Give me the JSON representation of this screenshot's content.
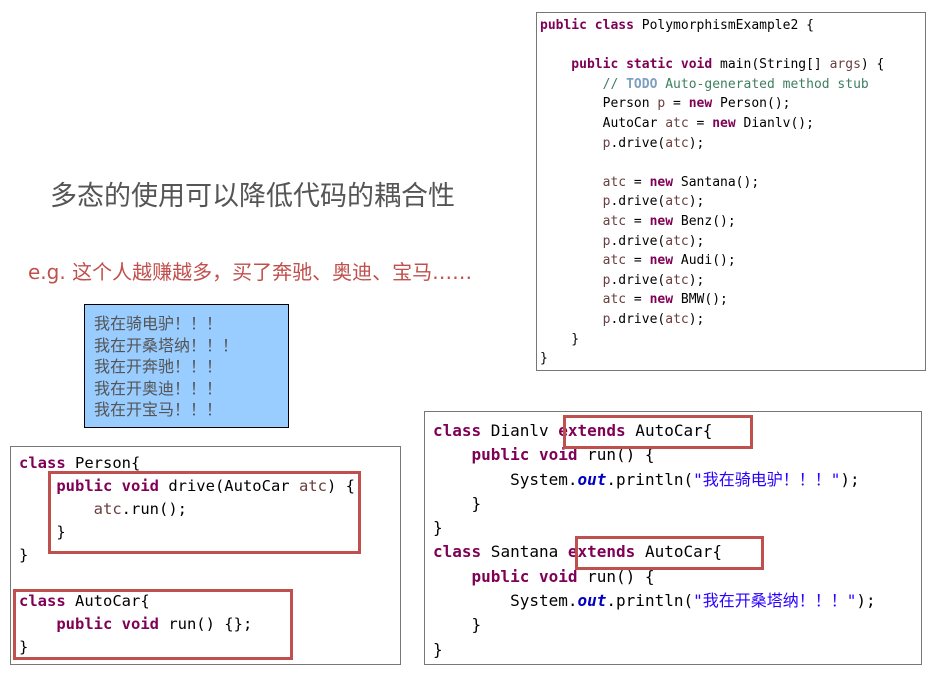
{
  "title": "多态的使用可以降低代码的耦合性",
  "example": "e.g. 这个人越赚越多，买了奔驰、奥迪、宝马……",
  "output_lines": [
    "我在骑电驴！！！",
    "我在开桑塔纳！！！",
    "我在开奔驰！！！",
    "我在开奥迪！！！",
    "我在开宝马！！！"
  ],
  "colors": {
    "highlight": "#c0504d",
    "output_bg": "#99ccff",
    "keyword": "#7f0055",
    "string": "#2a00ff"
  },
  "main_code": [
    [
      [
        "public class",
        "keyword"
      ],
      [
        " PolymorphismExample2 {",
        "plain"
      ]
    ],
    [],
    [
      [
        "    public static void",
        "keyword"
      ],
      [
        " main(String[] ",
        "plain"
      ],
      [
        "args",
        "var"
      ],
      [
        ") {",
        "plain"
      ]
    ],
    [
      [
        "        // ",
        "comment"
      ],
      [
        "TODO",
        "todo"
      ],
      [
        " Auto-generated method stub",
        "comment"
      ]
    ],
    [
      [
        "        Person ",
        "plain"
      ],
      [
        "p",
        "var"
      ],
      [
        " = ",
        "plain"
      ],
      [
        "new",
        "keyword"
      ],
      [
        " Person();",
        "plain"
      ]
    ],
    [
      [
        "        AutoCar ",
        "plain"
      ],
      [
        "atc",
        "var"
      ],
      [
        " = ",
        "plain"
      ],
      [
        "new",
        "keyword"
      ],
      [
        " Dianlv();",
        "plain"
      ]
    ],
    [
      [
        "        p",
        "var"
      ],
      [
        ".drive(",
        "plain"
      ],
      [
        "atc",
        "var"
      ],
      [
        ");",
        "plain"
      ]
    ],
    [],
    [
      [
        "        atc",
        "var"
      ],
      [
        " = ",
        "plain"
      ],
      [
        "new",
        "keyword"
      ],
      [
        " Santana();",
        "plain"
      ]
    ],
    [
      [
        "        p",
        "var"
      ],
      [
        ".drive(",
        "plain"
      ],
      [
        "atc",
        "var"
      ],
      [
        ");",
        "plain"
      ]
    ],
    [
      [
        "        atc",
        "var"
      ],
      [
        " = ",
        "plain"
      ],
      [
        "new",
        "keyword"
      ],
      [
        " Benz();",
        "plain"
      ]
    ],
    [
      [
        "        p",
        "var"
      ],
      [
        ".drive(",
        "plain"
      ],
      [
        "atc",
        "var"
      ],
      [
        ");",
        "plain"
      ]
    ],
    [
      [
        "        atc",
        "var"
      ],
      [
        " = ",
        "plain"
      ],
      [
        "new",
        "keyword"
      ],
      [
        " Audi();",
        "plain"
      ]
    ],
    [
      [
        "        p",
        "var"
      ],
      [
        ".drive(",
        "plain"
      ],
      [
        "atc",
        "var"
      ],
      [
        ");",
        "plain"
      ]
    ],
    [
      [
        "        atc",
        "var"
      ],
      [
        " = ",
        "plain"
      ],
      [
        "new",
        "keyword"
      ],
      [
        " BMW();",
        "plain"
      ]
    ],
    [
      [
        "        p",
        "var"
      ],
      [
        ".drive(",
        "plain"
      ],
      [
        "atc",
        "var"
      ],
      [
        ");",
        "plain"
      ]
    ],
    [
      [
        "    }",
        "plain"
      ]
    ],
    [
      [
        "}",
        "plain"
      ]
    ]
  ],
  "person_code": [
    [
      [
        "class",
        "keyword"
      ],
      [
        " Person{",
        "plain"
      ]
    ],
    [
      [
        "    public void",
        "keyword"
      ],
      [
        " drive(AutoCar ",
        "plain"
      ],
      [
        "atc",
        "var"
      ],
      [
        ") {",
        "plain"
      ]
    ],
    [
      [
        "        atc",
        "var"
      ],
      [
        ".run();",
        "plain"
      ]
    ],
    [
      [
        "    }",
        "plain"
      ]
    ],
    [
      [
        "}",
        "plain"
      ]
    ],
    [],
    [
      [
        "class",
        "keyword"
      ],
      [
        " AutoCar{",
        "plain"
      ]
    ],
    [
      [
        "    public void",
        "keyword"
      ],
      [
        " run() {};",
        "plain"
      ]
    ],
    [
      [
        "}",
        "plain"
      ]
    ]
  ],
  "dianlv_code": [
    [
      [
        "class",
        "keyword"
      ],
      [
        " Dianlv ",
        "plain"
      ],
      [
        "extends",
        "keyword"
      ],
      [
        " AutoCar{",
        "plain"
      ]
    ],
    [
      [
        "    public void",
        "keyword"
      ],
      [
        " run() {",
        "plain"
      ]
    ],
    [
      [
        "        System.",
        "plain"
      ],
      [
        "out",
        "field"
      ],
      [
        ".println(",
        "plain"
      ],
      [
        "\"我在骑电驴！！！\"",
        "string"
      ],
      [
        ");",
        "plain"
      ]
    ],
    [
      [
        "    }",
        "plain"
      ]
    ],
    [
      [
        "}",
        "plain"
      ]
    ],
    [
      [
        "class",
        "keyword"
      ],
      [
        " Santana ",
        "plain"
      ],
      [
        "extends",
        "keyword"
      ],
      [
        " AutoCar{",
        "plain"
      ]
    ],
    [
      [
        "    public void",
        "keyword"
      ],
      [
        " run() {",
        "plain"
      ]
    ],
    [
      [
        "        System.",
        "plain"
      ],
      [
        "out",
        "field"
      ],
      [
        ".println(",
        "plain"
      ],
      [
        "\"我在开桑塔纳！！！\"",
        "string"
      ],
      [
        ");",
        "plain"
      ]
    ],
    [
      [
        "    }",
        "plain"
      ]
    ],
    [
      [
        "}",
        "plain"
      ]
    ]
  ]
}
